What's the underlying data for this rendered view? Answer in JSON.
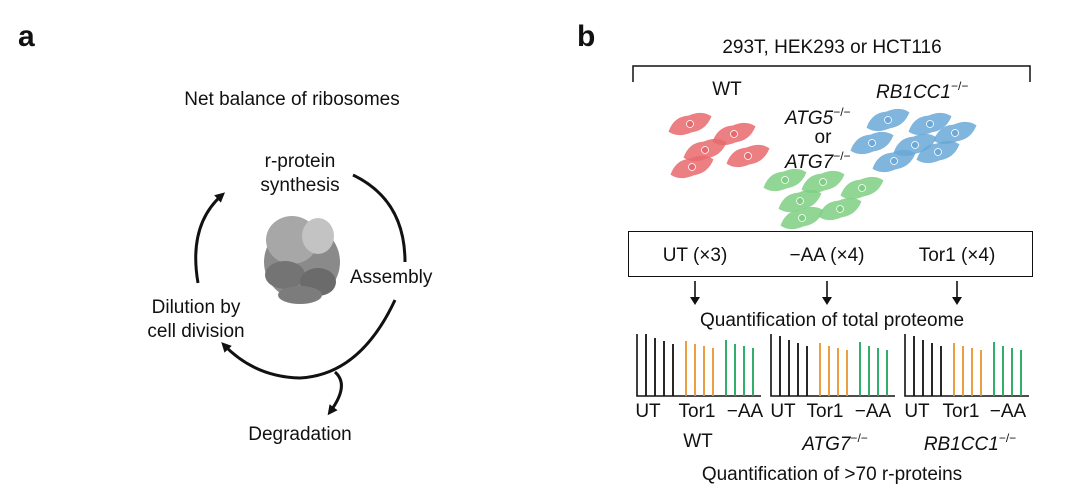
{
  "panel_a": {
    "letter": "a",
    "title": "Net balance of ribosomes",
    "synthesis": "r-protein\nsynthesis",
    "assembly": "Assembly",
    "dilution": "Dilution by\ncell division",
    "degradation": "Degradation"
  },
  "panel_b": {
    "letter": "b",
    "cell_lines": "293T, HEK293 or HCT116",
    "wt_label": "WT",
    "atg5_label": "ATG5",
    "or_label": "or",
    "atg7_label": "ATG7",
    "rb1cc1_label": "RB1CC1",
    "ko_superscript": "−/−",
    "conditions": [
      "UT (×3)",
      "−AA (×4)",
      "Tor1 (×4)"
    ],
    "quant_total": "Quantification of total proteome",
    "bar_groups": [
      {
        "ticks": [
          "UT",
          "Tor1",
          "−AA"
        ],
        "genotype": "WT",
        "italic": false,
        "ko": false
      },
      {
        "ticks": [
          "UT",
          "Tor1",
          "−AA"
        ],
        "genotype": "ATG7",
        "italic": true,
        "ko": true
      },
      {
        "ticks": [
          "UT",
          "Tor1",
          "−AA"
        ],
        "genotype": "RB1CC1",
        "italic": true,
        "ko": true
      }
    ],
    "quant_rproteins": "Quantification of >70 r-proteins",
    "colors": {
      "ut": "#111111",
      "tor1": "#e8962e",
      "aa": "#1aa85a",
      "wt_cell": "#e8696d",
      "atg_cell": "#7fcf83",
      "rb_cell": "#6aa9d8"
    }
  }
}
